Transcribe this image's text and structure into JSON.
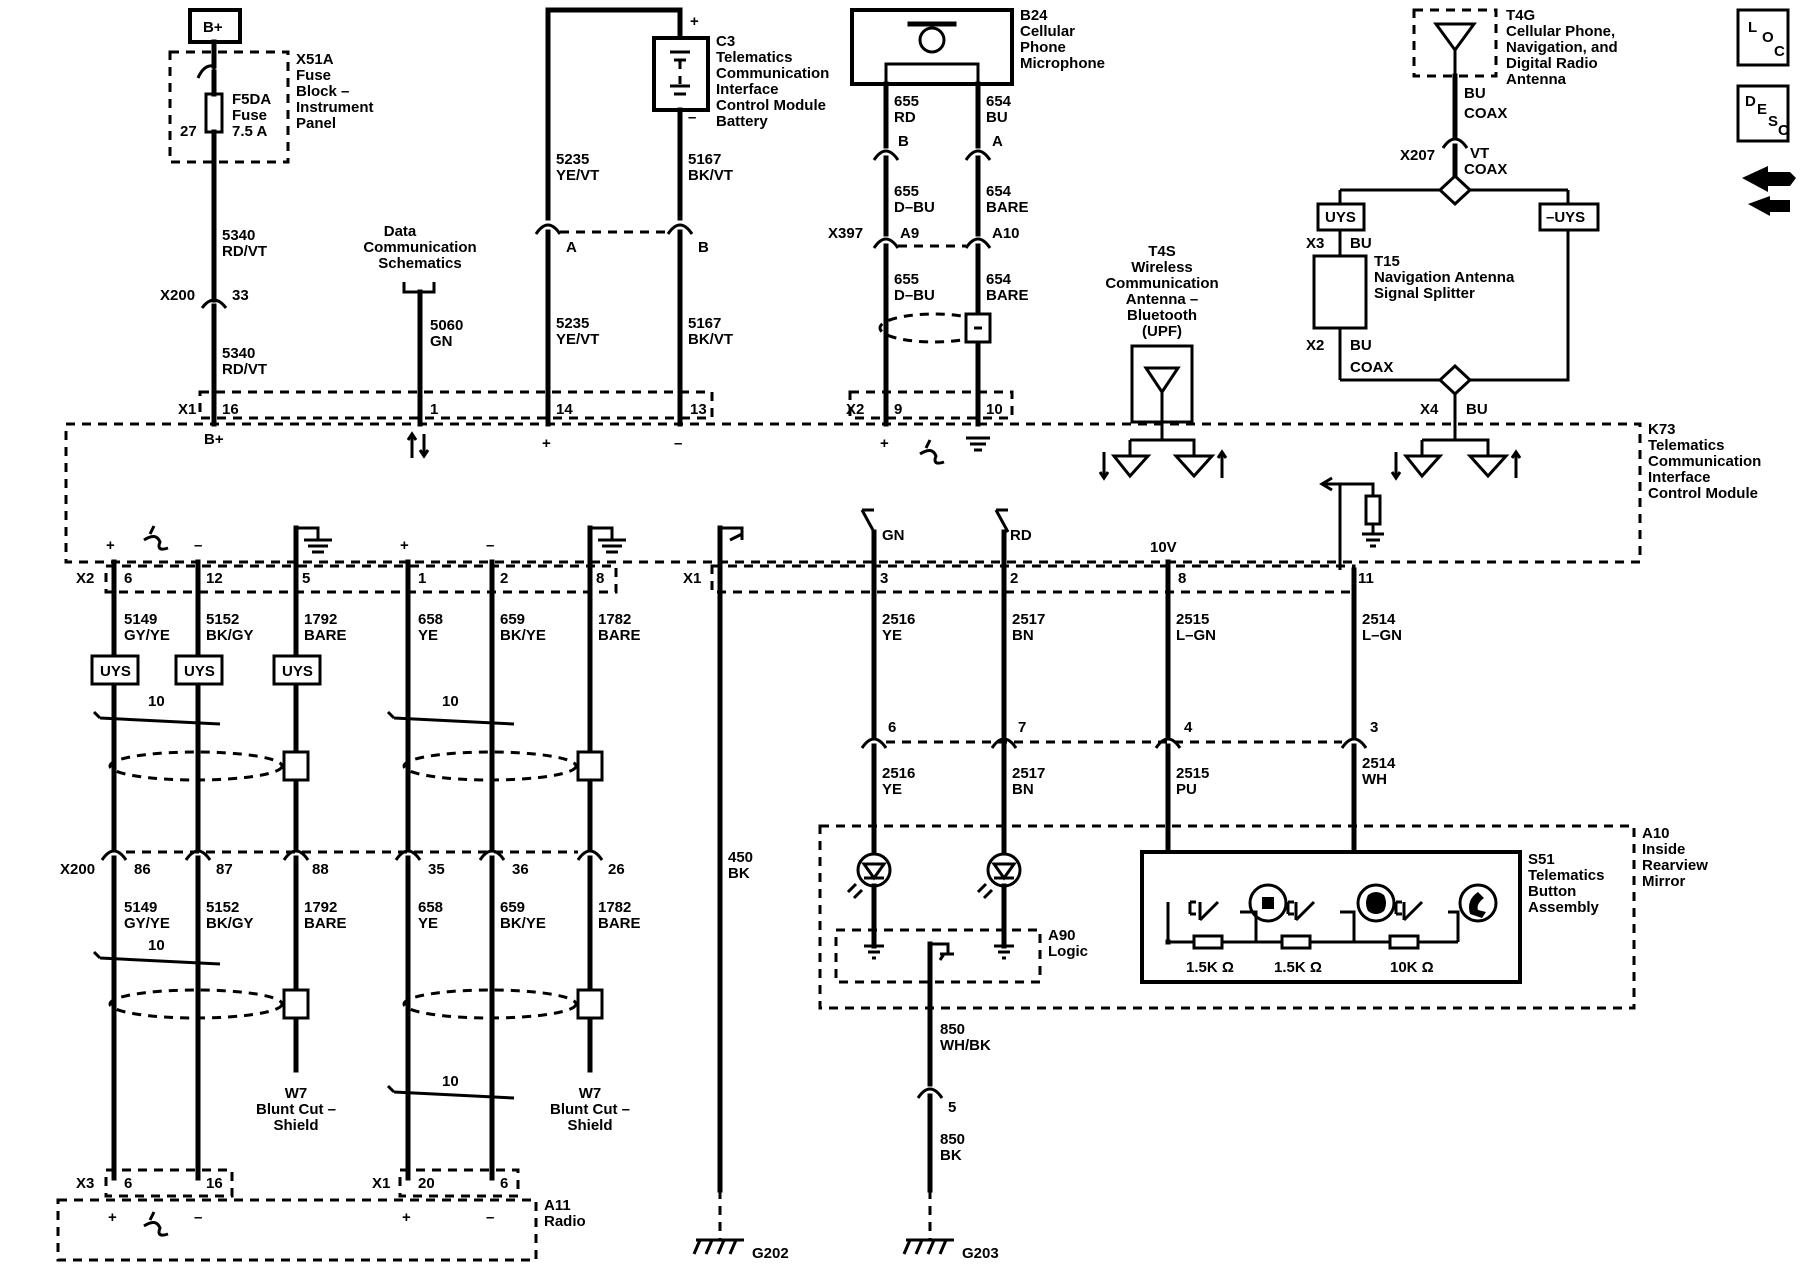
{
  "icons": {
    "loc": [
      "L",
      "O",
      "C"
    ],
    "desc": [
      "D",
      "E",
      "S",
      "C"
    ]
  },
  "components": {
    "bplus_box": "B+",
    "x51a": [
      "X51A",
      "Fuse",
      "Block –",
      "Instrument",
      "Panel"
    ],
    "fuse": [
      "F5DA",
      "Fuse",
      "7.5 A"
    ],
    "fuse_pin": "27",
    "c3": [
      "C3",
      "Telematics",
      "Communication",
      "Interface",
      "Control Module",
      "Battery"
    ],
    "b24": [
      "B24",
      "Cellular",
      "Phone",
      "Microphone"
    ],
    "t4g": [
      "T4G",
      "Cellular Phone,",
      "Navigation, and",
      "Digital Radio",
      "Antenna"
    ],
    "data_comm": [
      "Data",
      "Communication",
      "Schematics"
    ],
    "t4s": [
      "T4S",
      "Wireless",
      "Communication",
      "Antenna –",
      "Bluetooth",
      "(UPF)"
    ],
    "t15": [
      "T15",
      "Navigation Antenna",
      "Signal Splitter"
    ],
    "k73": [
      "K73",
      "Telematics",
      "Communication",
      "Interface",
      "Control Module"
    ],
    "a10": [
      "A10",
      "Inside",
      "Rearview",
      "Mirror"
    ],
    "s51": [
      "S51",
      "Telematics",
      "Button",
      "Assembly"
    ],
    "a90": [
      "A90",
      "Logic"
    ],
    "a11": [
      "A11",
      "Radio"
    ],
    "w7": [
      "W7",
      "Blunt Cut –",
      "Shield"
    ],
    "uys": "UYS",
    "minus_uys": "–UYS"
  },
  "connectors": {
    "x200": "X200",
    "x397": "X397",
    "x207": "X207",
    "x1": "X1",
    "x2": "X2",
    "x3": "X3",
    "x4": "X4",
    "g202": "G202",
    "g203": "G203"
  },
  "signs": {
    "plus": "+",
    "minus": "–",
    "bplus": "B+"
  },
  "wires": {
    "w5340": [
      "5340",
      "RD/VT"
    ],
    "w5060": [
      "5060",
      "GN"
    ],
    "w5235": [
      "5235",
      "YE/VT"
    ],
    "w5167": [
      "5167",
      "BK/VT"
    ],
    "w655rd": [
      "655",
      "RD"
    ],
    "w654bu": [
      "654",
      "BU"
    ],
    "w655dbu": [
      "655",
      "D–BU"
    ],
    "w654bare": [
      "654",
      "BARE"
    ],
    "w5149": [
      "5149",
      "GY/YE"
    ],
    "w5152": [
      "5152",
      "BK/GY"
    ],
    "w1792": [
      "1792",
      "BARE"
    ],
    "w658": [
      "658",
      "YE"
    ],
    "w659": [
      "659",
      "BK/YE"
    ],
    "w1782": [
      "1782",
      "BARE"
    ],
    "w450": [
      "450",
      "BK"
    ],
    "w2516": [
      "2516",
      "YE"
    ],
    "w2517": [
      "2517",
      "BN"
    ],
    "w2515a": [
      "2515",
      "L–GN"
    ],
    "w2515b": [
      "2515",
      "PU"
    ],
    "w2514a": [
      "2514",
      "L–GN"
    ],
    "w2514b": [
      "2514",
      "WH"
    ],
    "w850a": [
      "850",
      "WH/BK"
    ],
    "w850b": [
      "850",
      "BK"
    ],
    "bu": "BU",
    "coax": "COAX",
    "vt": "VT",
    "gn": "GN",
    "rd": "RD",
    "v10": "10V"
  },
  "pins": {
    "p33": "33",
    "pA": "A",
    "pB": "B",
    "pA9": "A9",
    "pA10": "A10",
    "p16": "16",
    "p1": "1",
    "p14": "14",
    "p13": "13",
    "p9": "9",
    "p10": "10",
    "p6": "6",
    "p12": "12",
    "p5": "5",
    "p2": "2",
    "p8": "8",
    "p3": "3",
    "p11": "11",
    "p7": "7",
    "p4": "4",
    "p86": "86",
    "p87": "87",
    "p88": "88",
    "p35": "35",
    "p36": "36",
    "p26": "26",
    "p20": "20"
  },
  "twist": "10",
  "resistors": [
    "1.5K Ω",
    "1.5K Ω",
    "10K Ω"
  ]
}
